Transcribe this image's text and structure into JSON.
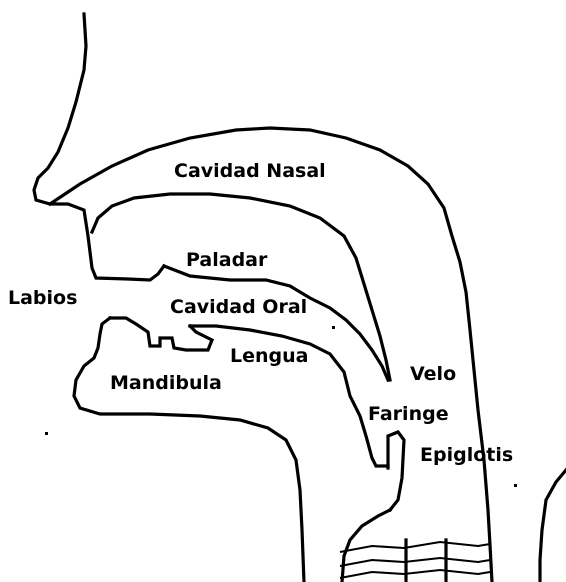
{
  "labels": {
    "cavidad_nasal": "Cavidad Nasal",
    "paladar": "Paladar",
    "labios": "Labios",
    "cavidad_oral": "Cavidad Oral",
    "lengua": "Lengua",
    "mandibula": "Mandibula",
    "velo": "Velo",
    "faringe": "Faringe",
    "epiglotis": "Epiglotis"
  },
  "colors": {
    "line": "#000000",
    "background": "#ffffff"
  }
}
